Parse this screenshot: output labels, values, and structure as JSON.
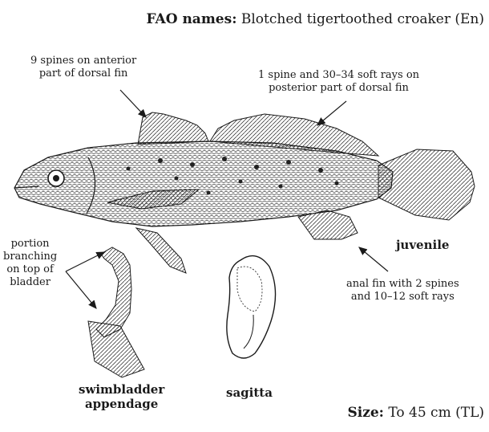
{
  "header": {
    "fao_label": "FAO names:",
    "fao_value": "Blotched tigertoothed croaker (En)"
  },
  "annotations": {
    "anterior_dorsal": [
      "9 spines on anterior",
      "part of dorsal fin"
    ],
    "posterior_dorsal": [
      "1 spine and 30–34 soft rays on",
      "posterior part of dorsal fin"
    ],
    "swimbladder_branch": [
      "portion",
      "branching",
      "on top of",
      "bladder"
    ],
    "anal_fin": [
      "anal fin with 2 spines",
      "and 10–12 soft rays"
    ],
    "juvenile": "juvenile",
    "swimbladder_caption": [
      "swimbladder",
      "appendage"
    ],
    "sagitta_caption": "sagitta"
  },
  "footer": {
    "size_label": "Size:",
    "size_value": "To 45 cm (TL)"
  },
  "colors": {
    "ink": "#1a1a1a",
    "background": "#ffffff"
  }
}
